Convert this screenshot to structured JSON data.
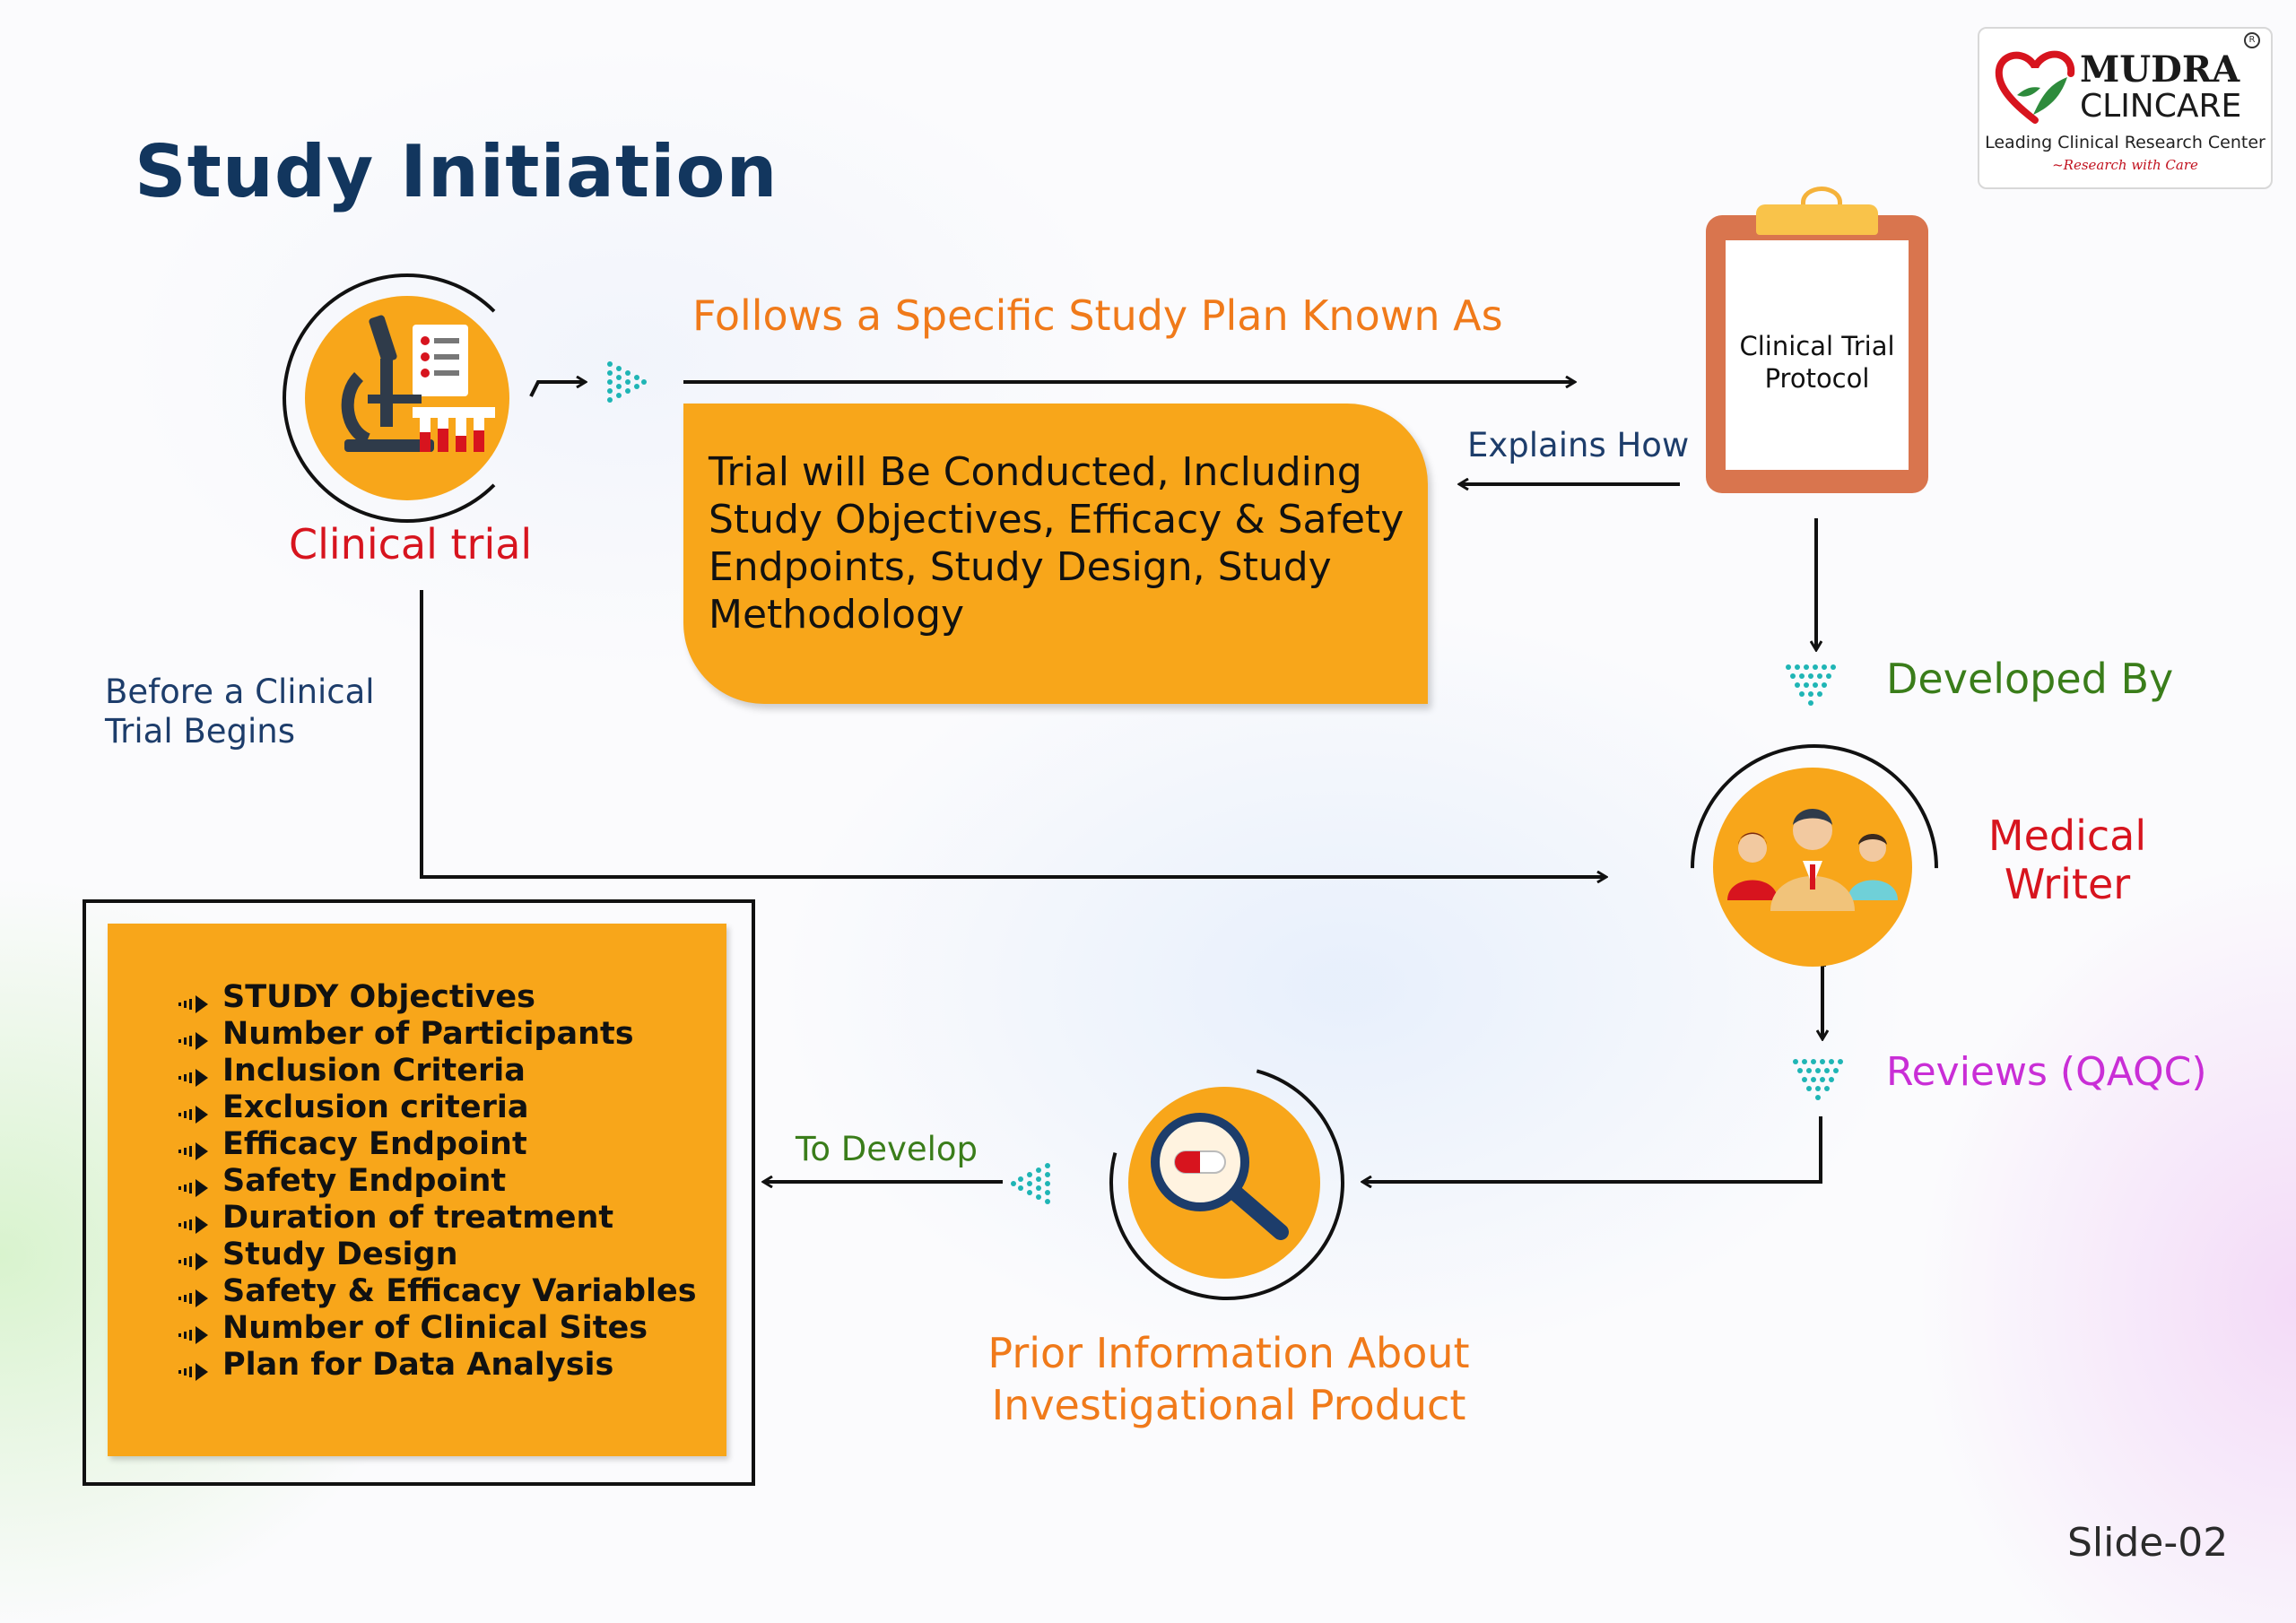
{
  "title": "Study Initiation",
  "logo": {
    "name": "MUDRA",
    "sub": "CLINCARE",
    "tagline": "Leading Clinical Research Center",
    "motto": "~Research with Care"
  },
  "nodes": {
    "clinical_trial": "Clinical trial",
    "protocol": "Clinical Trial Protocol",
    "medical_writer": "Medical Writer",
    "prior_info": "Prior Information About Investigational Product"
  },
  "edges": {
    "follows": "Follows a Specific Study Plan Known As",
    "explains": "Explains How",
    "before": "Before a Clinical Trial Begins",
    "developed_by": "Developed By",
    "reviews": "Reviews (QAQC)",
    "to_develop": "To Develop"
  },
  "callout": "Trial will Be Conducted, Including Study Objectives, Efficacy & Safety Endpoints, Study Design, Study Methodology",
  "protocol_contents": [
    "STUDY Objectives",
    "Number of Participants",
    "Inclusion Criteria",
    "Exclusion criteria",
    "Efficacy Endpoint",
    "Safety Endpoint",
    "Duration of treatment",
    "Study Design",
    "Safety & Efficacy Variables",
    "Number of Clinical Sites",
    "Plan for Data Analysis"
  ],
  "slide": "Slide-02",
  "colors": {
    "orange": "#f8a61a",
    "navy": "#12365e",
    "red": "#d7141e",
    "green": "#3a7d1a",
    "magenta": "#c92ed6",
    "teal": "#1fb5b5"
  },
  "icons": [
    "lab-microscope-icon",
    "clipboard-icon",
    "team-people-icon",
    "magnifier-capsule-icon",
    "dotted-arrow-icon",
    "heart-leaf-logo-icon"
  ]
}
